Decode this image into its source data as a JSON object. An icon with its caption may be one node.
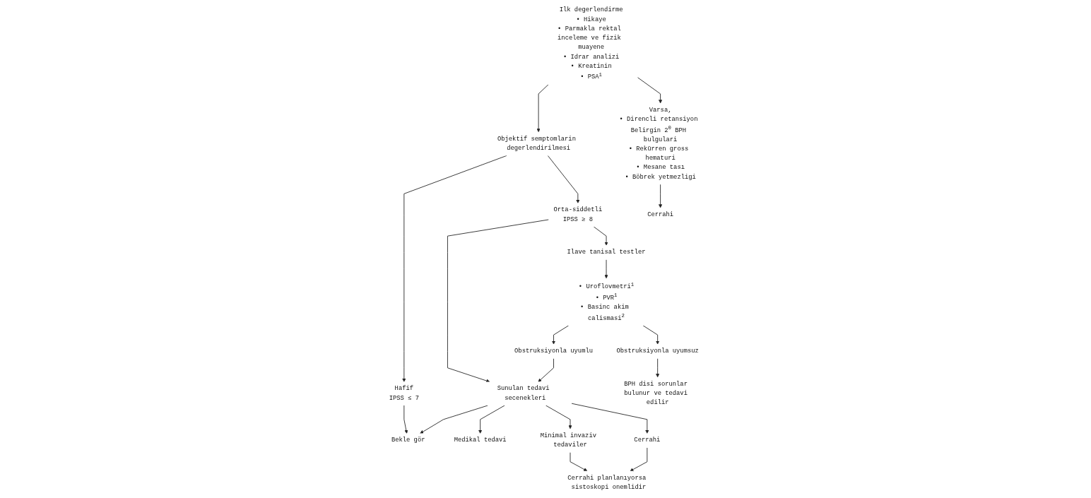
{
  "diagram": {
    "nodes": [
      {
        "text": [
          "Ilk degerlendirme",
          "• Hikaye",
          "• Parmakla rektal inceleme ve fizik muayene",
          "• Idrar analizi",
          "• Kreatinin",
          "• PSA$^{1}$"
        ]
      },
      {
        "text": [
          "Objektif semptomlarin degerlendirilmesi"
        ]
      },
      {
        "text": [
          "Hafif",
          "IPSS ≤ 7"
        ]
      },
      {
        "text": [
          "Orta-siddetli",
          "IPSS ≥ 8"
        ]
      },
      {
        "text": [
          "Varsa,",
          "• Direncli retansiyon Belirgin 2$^{0}$ BPH bulgulari",
          "• Rekürren gross hematuri",
          "• Mesane tası",
          "• Böbrek yetmezligi"
        ]
      },
      {
        "text": [
          "Sunulan tedavi secenekleri"
        ]
      },
      {
        "text": [
          "Ilave tanisal testler"
        ]
      },
      {
        "text": [
          "Obstruksiyonla uyumlu"
        ]
      },
      {
        "text": [
          "Cerrahi"
        ]
      },
      {
        "text": [
          "• Uroflovmetri$^{1}$",
          "• PVR$^{1}$",
          "• Basinc akim calismasi$^{2}$"
        ]
      },
      {
        "text": [
          "Bekle gör"
        ]
      },
      {
        "text": [
          "Medikal tedavi"
        ]
      },
      {
        "text": [
          "Minimal invaziv tedaviler"
        ]
      },
      {
        "text": [
          "Cerrahi"
        ]
      },
      {
        "text": [
          "Obstruksiyonla uyumsuz"
        ]
      },
      {
        "text": [
          "Cerrahi planlanıyorsa sistoskopi onemlidir"
        ]
      },
      {
        "text": [
          "BPH disi sorunlar bulunur ve tedavi edilir"
        ]
      }
    ],
    "edges": [
      {
        "from": 0,
        "to": 1,
        "arrow": "to"
      },
      {
        "from": 0,
        "to": 4,
        "arrow": "to"
      },
      {
        "from": 1,
        "to": 2,
        "arrow": "to"
      },
      {
        "from": 1,
        "to": 3,
        "arrow": "to"
      },
      {
        "from": 3,
        "to": 5,
        "arrow": "to"
      },
      {
        "from": 3,
        "to": 6,
        "arrow": "to"
      },
      {
        "from": 4,
        "to": 8,
        "arrow": "to"
      },
      {
        "from": 2,
        "to": 10,
        "arrow": "to"
      },
      {
        "from": 5,
        "to": 10,
        "arrow": "to"
      },
      {
        "from": 5,
        "to": 11,
        "arrow": "to"
      },
      {
        "from": 5,
        "to": 12,
        "arrow": "to"
      },
      {
        "from": 5,
        "to": 13,
        "arrow": "to"
      },
      {
        "from": 7,
        "to": 5,
        "arrow": "to"
      },
      {
        "from": 6,
        "to": 9,
        "arrow": "to"
      },
      {
        "from": 9,
        "to": 7,
        "arrow": "to"
      },
      {
        "from": 9,
        "to": 14,
        "arrow": "to"
      },
      {
        "from": 14,
        "to": 16,
        "arrow": "to"
      },
      {
        "from": 12,
        "to": 15,
        "arrow": "to"
      },
      {
        "from": 13,
        "to": 15,
        "arrow": "to"
      }
    ]
  }
}
